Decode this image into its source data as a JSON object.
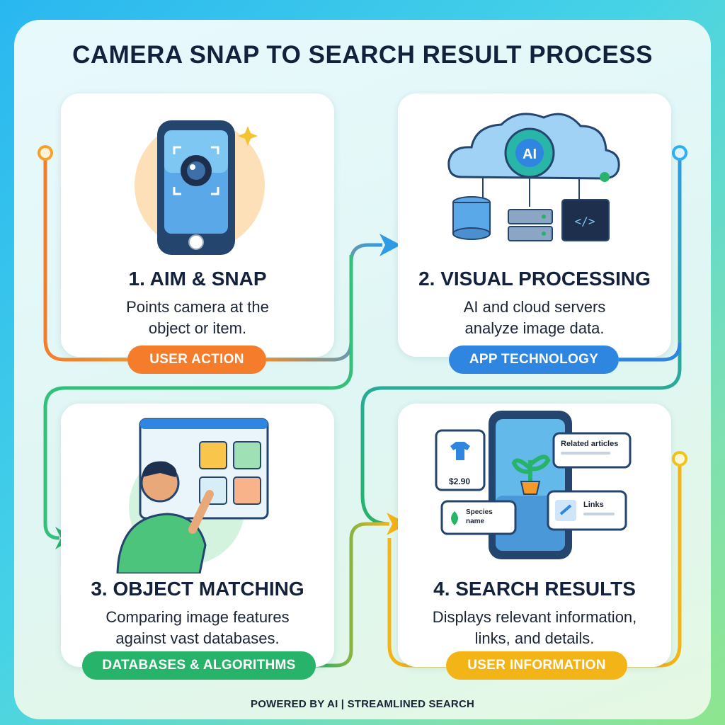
{
  "title": "CAMERA SNAP TO SEARCH RESULT PROCESS",
  "steps": [
    {
      "title": "1. AIM & SNAP",
      "desc_line1": "Points camera at the",
      "desc_line2": "object or item.",
      "tag": "USER ACTION",
      "icon": "smartphone-camera-icon"
    },
    {
      "title": "2. VISUAL PROCESSING",
      "desc_line1": "AI and cloud servers",
      "desc_line2": "analyze image data.",
      "tag": "APP TECHNOLOGY",
      "icon": "ai-cloud-server-icon",
      "badge": "AI"
    },
    {
      "title": "3. OBJECT MATCHING",
      "desc_line1": "Comparing image features",
      "desc_line2": "against vast databases.",
      "tag": "DATABASES & ALGORITHMS",
      "icon": "person-matching-icon"
    },
    {
      "title": "4. SEARCH RESULTS",
      "desc_line1": "Displays relevant information,",
      "desc_line2": "links, and details.",
      "tag": "USER INFORMATION",
      "icon": "results-phone-icon",
      "result_cards": {
        "articles": "Related articles",
        "price": "$2.90",
        "species_line1": "Species",
        "species_line2": "name",
        "links": "Links"
      }
    }
  ],
  "footer": "POWERED BY AI | STREAMLINED SEARCH",
  "colors": {
    "orange": "#f47c2a",
    "blue": "#2f86e0",
    "green": "#27b36a",
    "yellow": "#f2b417",
    "title": "#14213d"
  }
}
